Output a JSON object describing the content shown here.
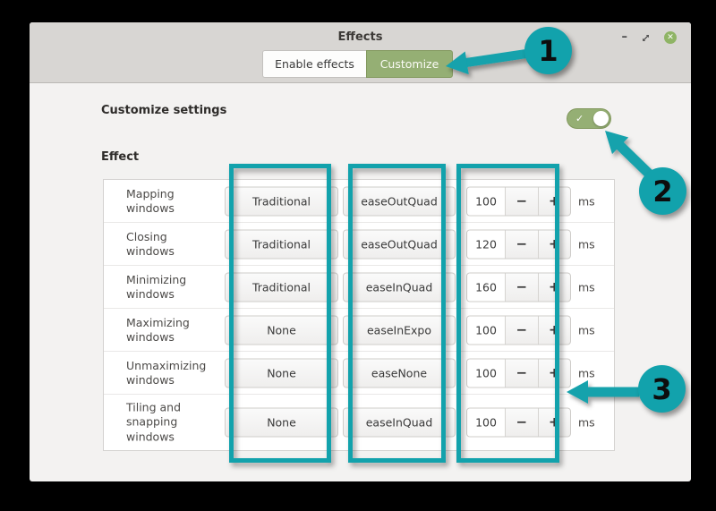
{
  "titlebar": {
    "title": "Effects",
    "minimize_label": "–",
    "close_label": "✕"
  },
  "tabs": {
    "enable": "Enable effects",
    "customize": "Customize",
    "active_tab": "Customize",
    "active_color": "#95af74"
  },
  "settings": {
    "customize_label": "Customize settings",
    "toggle_on": true,
    "toggle_check": "✓"
  },
  "table": {
    "header": "Effect",
    "unit": "ms",
    "minus_label": "−",
    "plus_label": "+",
    "rows": [
      {
        "effect": "Mapping windows",
        "style": "Traditional",
        "easing": "easeOutQuad",
        "duration": "100"
      },
      {
        "effect": "Closing windows",
        "style": "Traditional",
        "easing": "easeOutQuad",
        "duration": "120"
      },
      {
        "effect": "Minimizing windows",
        "style": "Traditional",
        "easing": "easeInQuad",
        "duration": "160"
      },
      {
        "effect": "Maximizing windows",
        "style": "None",
        "easing": "easeInExpo",
        "duration": "100"
      },
      {
        "effect": "Unmaximizing windows",
        "style": "None",
        "easing": "easeNone",
        "duration": "100"
      },
      {
        "effect": "Tiling and snapping windows",
        "style": "None",
        "easing": "easeInQuad",
        "duration": "100"
      }
    ]
  },
  "annotations": {
    "accent_color": "#12a2ac",
    "callouts": {
      "one": "1",
      "two": "2",
      "three": "3"
    }
  }
}
